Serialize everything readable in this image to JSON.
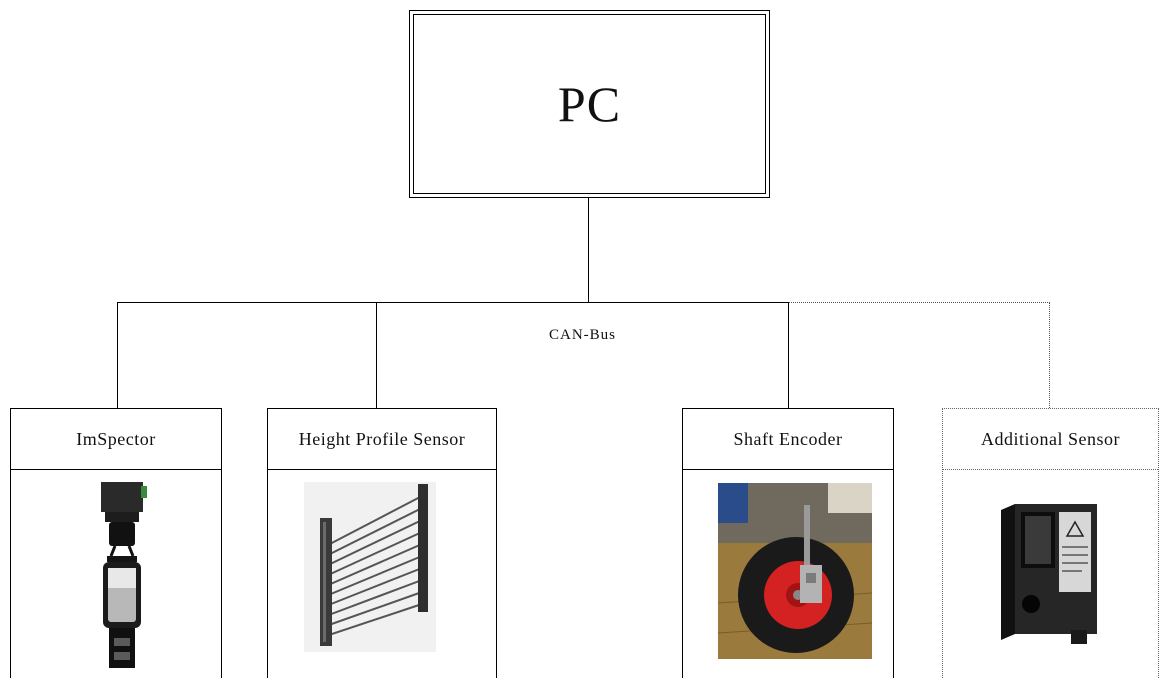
{
  "pc": {
    "label": "PC"
  },
  "bus": {
    "label": "CAN-Bus"
  },
  "nodes": [
    {
      "title": "ImSpector"
    },
    {
      "title": "Height Profile Sensor"
    },
    {
      "title": "Shaft Encoder"
    },
    {
      "title": "Additional Sensor"
    }
  ]
}
